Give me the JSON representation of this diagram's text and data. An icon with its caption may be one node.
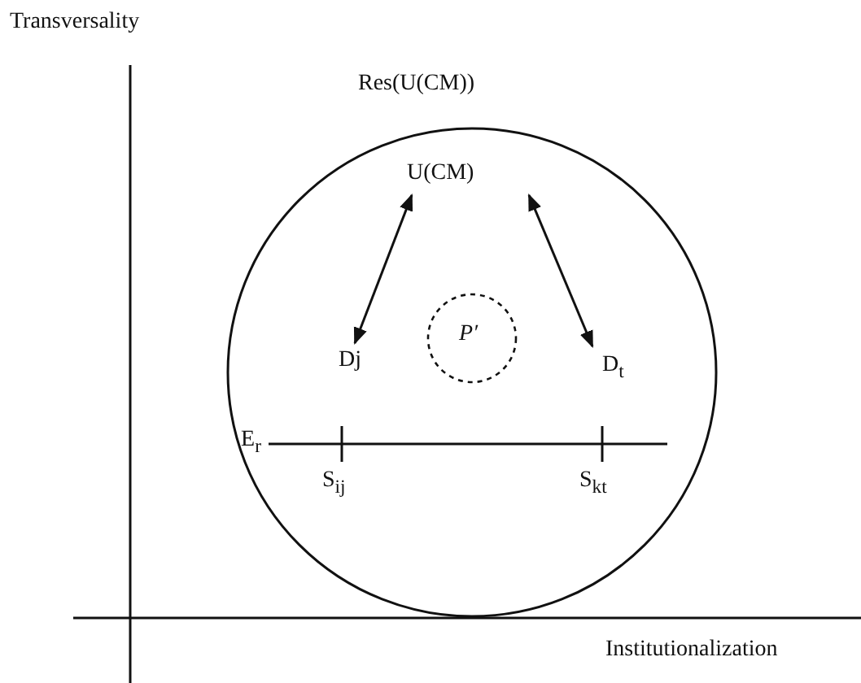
{
  "diagram": {
    "nodes": [
      {
        "text": [
          "Res(U(CM))"
        ]
      },
      {
        "text": [
          "U(CM)"
        ],
        "in": 0
      },
      {
        "text": [
          "Dj"
        ],
        "in": 0
      },
      {
        "text": [
          "P′"
        ],
        "in": 0
      },
      {
        "text": [
          "D$_{t}$"
        ],
        "in": 0
      }
    ],
    "edges": [
      {
        "from": 1,
        "to": 2,
        "arrow": "both"
      },
      {
        "from": 1,
        "to": 4,
        "arrow": "both"
      }
    ],
    "labels": [
      "Transversality",
      "E$_{r}$",
      "S$_{ij}$",
      "S$_{kt}$",
      "Institutionalization"
    ]
  }
}
